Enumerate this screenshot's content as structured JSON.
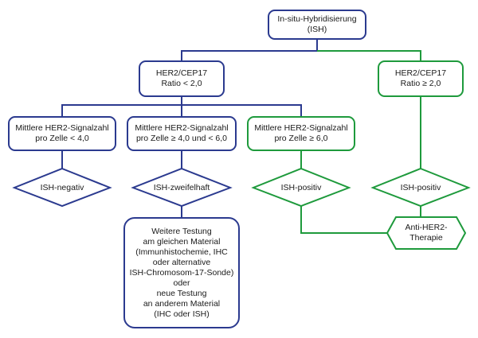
{
  "nodes": {
    "ish": {
      "line1": "In-situ-Hybridisierung",
      "line2": "(ISH)"
    },
    "ratio_low": {
      "line1": "HER2/CEP17",
      "line2": "Ratio < 2,0"
    },
    "ratio_high": {
      "line1": "HER2/CEP17",
      "line2": "Ratio ≥ 2,0"
    },
    "signal_low": {
      "line1": "Mittlere HER2-Signalzahl",
      "line2": "pro Zelle < 4,0"
    },
    "signal_mid": {
      "line1": "Mittlere HER2-Signalzahl",
      "line2": "pro Zelle ≥ 4,0 und < 6,0"
    },
    "signal_high": {
      "line1": "Mittlere HER2-Signalzahl",
      "line2": "pro Zelle ≥ 6,0"
    },
    "further_testing": {
      "lines": [
        "Weitere Testung",
        "am gleichen Material",
        "(Immunhistochemie, IHC",
        "oder alternative",
        "ISH-Chromosom-17-Sonde)",
        "oder",
        "neue Testung",
        "an anderem Material",
        "(IHC oder ISH)"
      ]
    }
  },
  "decisions": {
    "negative": "ISH-negativ",
    "equivocal": "ISH-zweifelhaft",
    "positive_1": "ISH-positiv",
    "positive_2": "ISH-positiv"
  },
  "therapy": {
    "line1": "Anti-HER2-",
    "line2": "Therapie"
  },
  "colors": {
    "blue": "#2b3a8f",
    "green": "#1e9a3c"
  }
}
